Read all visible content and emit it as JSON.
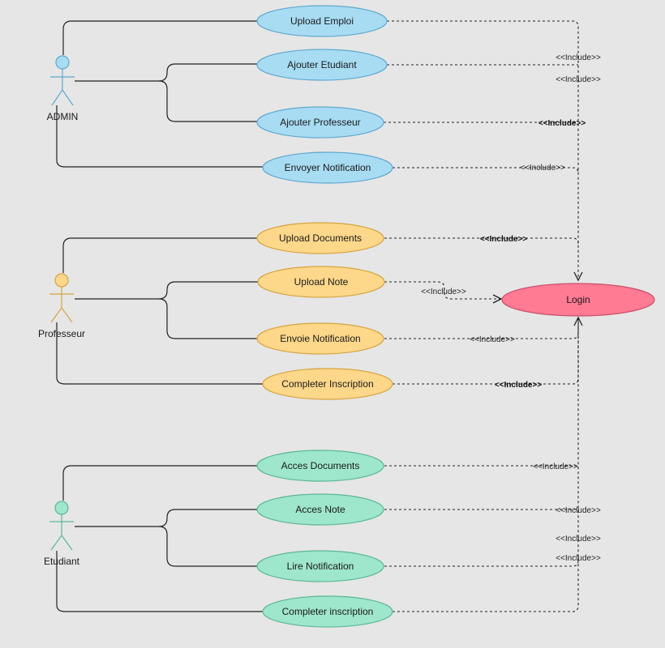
{
  "actors": [
    {
      "id": "admin",
      "label": "ADMIN",
      "color": "#a8dcf3"
    },
    {
      "id": "prof",
      "label": "Professeur",
      "color": "#fdd78a"
    },
    {
      "id": "etud",
      "label": "Etudiant",
      "color": "#9ee6cc"
    }
  ],
  "use_cases": {
    "admin": [
      "Upload Emploi",
      "Ajouter Etudiant",
      "Ajouter Professeur",
      "Envoyer Notification"
    ],
    "prof": [
      "Upload Documents",
      "Upload Note",
      "Envoie Notification",
      "Completer Inscription"
    ],
    "etud": [
      "Acces Documents",
      "Acces Note",
      "Lire Notification",
      "Completer inscription"
    ]
  },
  "login": {
    "label": "Login",
    "color": "#ff7a93"
  },
  "include_label": "<<Include>>",
  "colors": {
    "admin_fill": "#a8dcf3",
    "admin_stroke": "#5fa8cf",
    "prof_fill": "#fdd78a",
    "prof_stroke": "#d6a441",
    "etud_fill": "#9ee6cc",
    "etud_stroke": "#5cb894",
    "login_fill": "#ff7a93",
    "login_stroke": "#c9506a"
  }
}
